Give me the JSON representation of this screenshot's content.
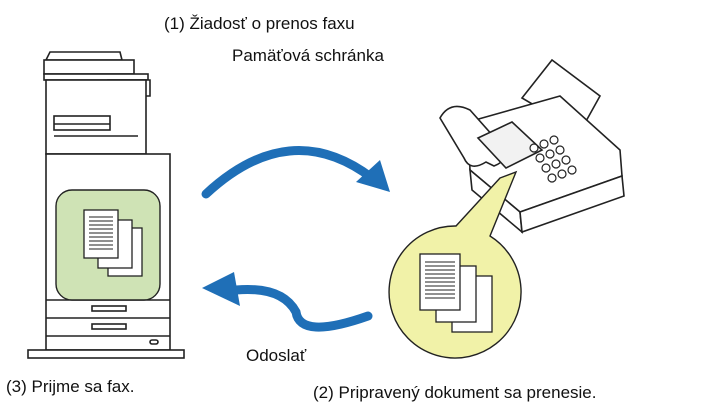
{
  "captions": {
    "step1_line1": "(1) Žiadosť o prenos faxu",
    "step1_line2": "Pamäťová schránka",
    "step2": "(2) Pripravený dokument sa prenesie.",
    "step3": "(3) Prijme sa fax.",
    "send": "Odoslať"
  },
  "colors": {
    "arrow_blue": "#1f6fb7",
    "memory_box_green": "#cfe3b5",
    "document_bubble_yellow": "#f1f2a8",
    "outline": "#222222"
  },
  "icons": {
    "copier": "multifunction-printer-icon",
    "fax": "fax-machine-icon",
    "documents": "document-stack-icon"
  }
}
